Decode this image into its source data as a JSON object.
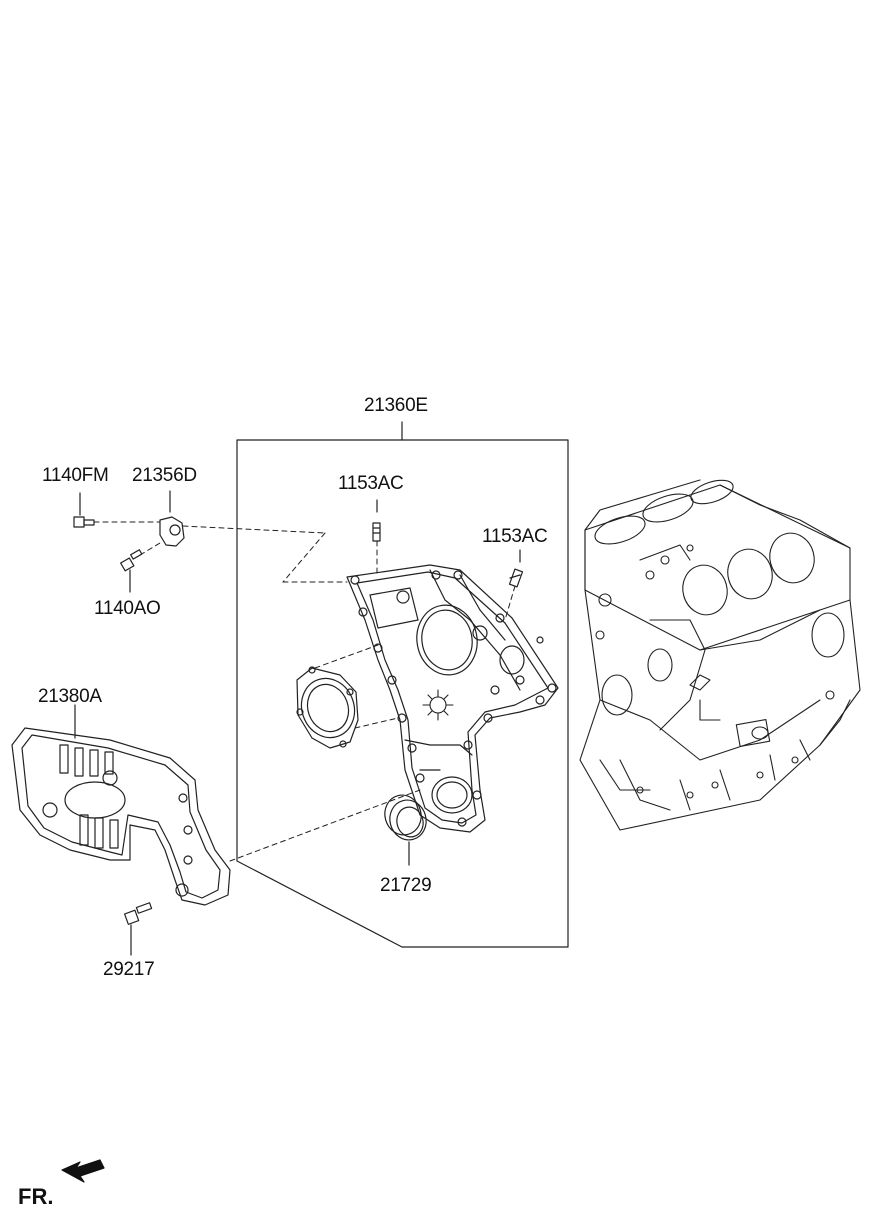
{
  "labels": {
    "timing_cover_assy": "21360E",
    "bolt_1140fm": "1140FM",
    "bracket_21356d": "21356D",
    "bolt_1140ao": "1140AO",
    "stud_left": "1153AC",
    "stud_right": "1153AC",
    "cover_plate": "21380A",
    "oil_seal": "21729",
    "bolt_29217": "29217"
  },
  "orientation": {
    "text": "FR."
  }
}
